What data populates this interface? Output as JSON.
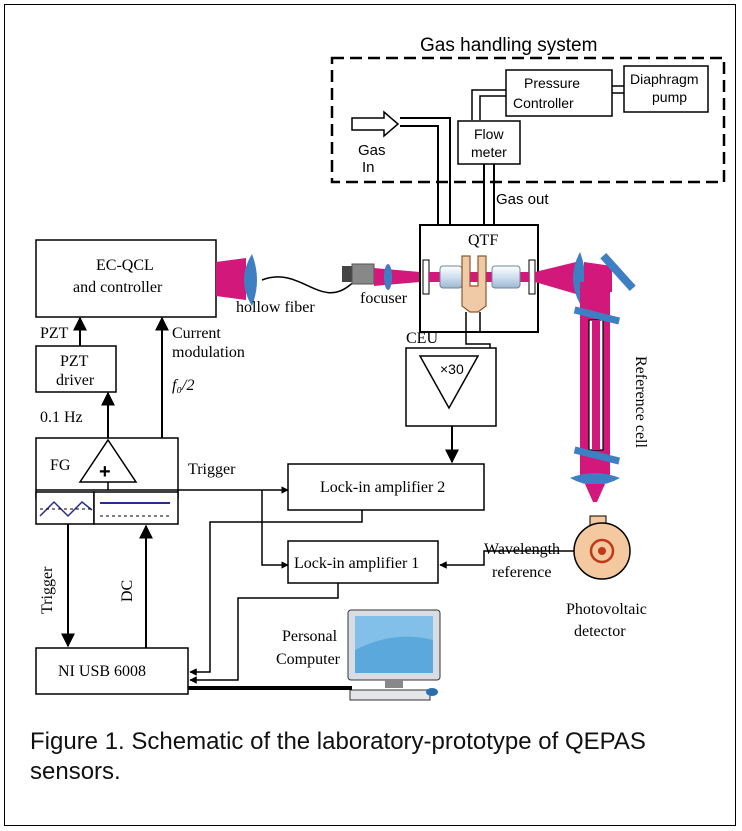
{
  "gas_handling": {
    "title": "Gas handling system",
    "gas_in_line1": "Gas",
    "gas_in_line2": "In",
    "flow_meter_line1": "Flow",
    "flow_meter_line2": "meter",
    "pressure_line1": "Pressure",
    "pressure_line2": "Controller",
    "pump_line1": "Diaphragm",
    "pump_line2": "pump",
    "gas_out": "Gas out"
  },
  "laser": {
    "ecqcl_line1": "EC-QCL",
    "ecqcl_line2": "and controller",
    "hollow_fiber": "hollow fiber",
    "focuser": "focuser",
    "qtf": "QTF",
    "reference_cell": "Reference cell"
  },
  "electronics": {
    "pzt": "PZT",
    "pzt_driver_line1": "PZT",
    "pzt_driver_line2": "driver",
    "current_line1": "Current",
    "current_line2": "modulation",
    "f0_half": "f₀/2",
    "freq": "0.1 Hz",
    "fg": "FG",
    "plus": "+",
    "trigger_h": "Trigger",
    "trigger_v": "Trigger",
    "dc": "DC",
    "ceu": "CEU",
    "gain": "×30",
    "lockin2": "Lock-in amplifier 2",
    "lockin1": "Lock-in amplifier 1",
    "wavelength_line1": "Wavelength",
    "wavelength_line2": "reference",
    "ni": "NI USB 6008",
    "pc_line1": "Personal",
    "pc_line2": "Computer",
    "pv_line1": "Photovoltaic",
    "pv_line2": "detector"
  },
  "caption": "Figure 1. Schematic of the laboratory-prototype of QEPAS sensors.",
  "colors": {
    "beam": "#d2187a",
    "lens": "#3e7fc4",
    "detector": "#f4c9a0",
    "screen": "#5aa8dc"
  }
}
